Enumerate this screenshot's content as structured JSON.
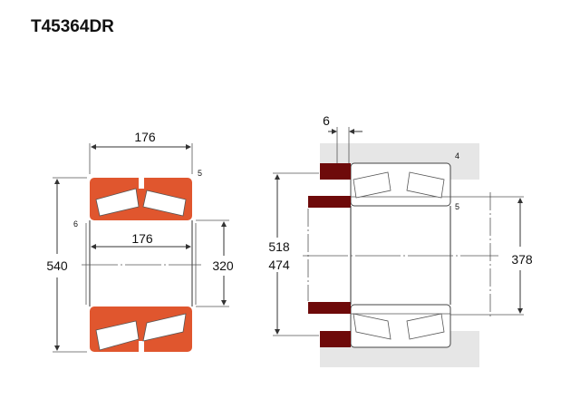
{
  "title": "T45364DR",
  "left_view": {
    "width_top": "176",
    "width_inner": "176",
    "outer_diameter": "540",
    "bore_diameter": "320",
    "label_5": "5",
    "label_6": "6"
  },
  "right_view": {
    "spacer_width": "6",
    "housing_dia_1": "518",
    "housing_dia_2": "474",
    "shaft_dia": "378",
    "label_4": "4",
    "label_5": "5"
  },
  "colors": {
    "ring": "#E0562E",
    "spacer": "#6E0A0A",
    "housing": "#E6E6E6"
  }
}
